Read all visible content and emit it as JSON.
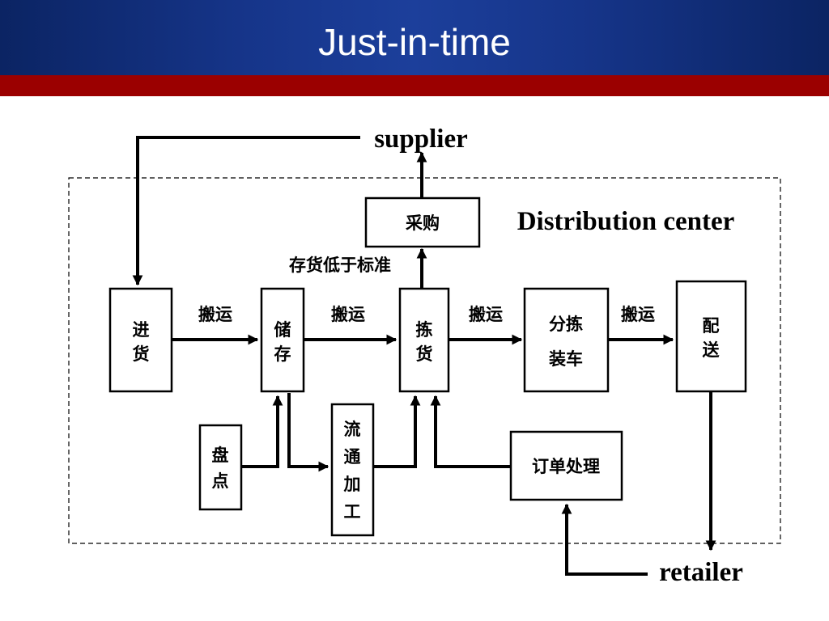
{
  "slide": {
    "title": "Just-in-time"
  },
  "diagram": {
    "labels": {
      "supplier": "supplier",
      "distribution_center": "Distribution center",
      "retailer": "retailer",
      "stock_below_standard": "存货低于标准"
    },
    "nodes": {
      "purchase": "采购",
      "receiving": [
        "进",
        "货"
      ],
      "storage": [
        "储",
        "存"
      ],
      "picking": [
        "拣",
        "货"
      ],
      "sorting_loading": [
        "分拣",
        "装车"
      ],
      "delivery": [
        "配",
        "送"
      ],
      "stocktaking": [
        "盘",
        "点"
      ],
      "processing": [
        "流",
        "通",
        "加",
        "工"
      ],
      "order_processing": "订单处理"
    },
    "edges": {
      "carry_1": "搬运",
      "carry_2": "搬运",
      "carry_3": "搬运",
      "carry_4": "搬运"
    }
  }
}
